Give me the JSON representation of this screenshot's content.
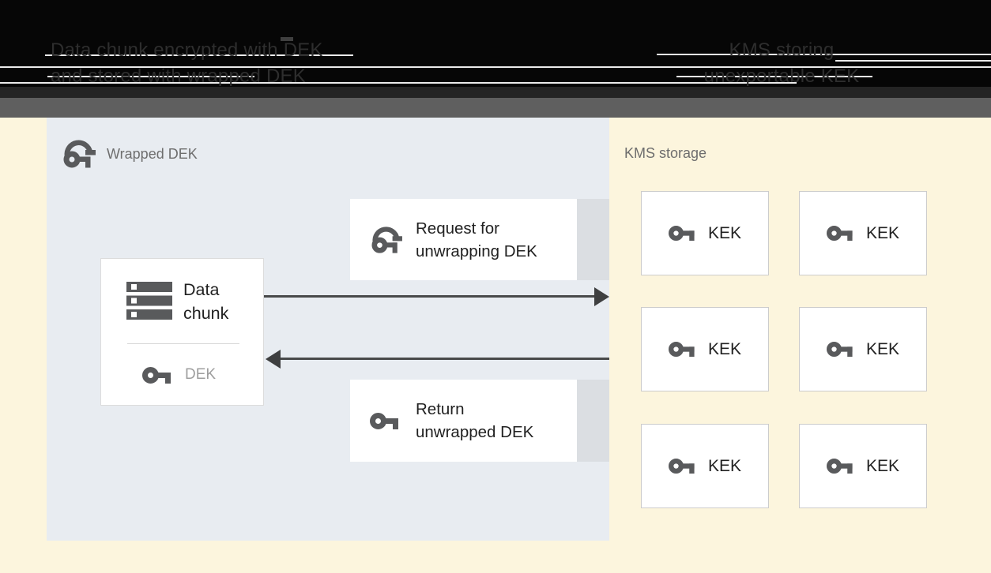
{
  "captions": {
    "left_line1": "Data chunk encrypted with DEK",
    "left_line2": "and stored with wrapped DEK",
    "right_line1": "KMS storing",
    "right_line2": "unexportable KEK"
  },
  "wrapped_panel": {
    "label": "Wrapped DEK",
    "data_chunk": {
      "title_line1": "Data",
      "title_line2": "chunk",
      "key_label": "DEK"
    },
    "request_box": {
      "line1": "Request for",
      "line2": "unwrapping DEK"
    },
    "return_box": {
      "line1": "Return",
      "line2": "unwrapped DEK"
    }
  },
  "kms": {
    "label": "KMS storage",
    "kek_boxes": [
      {
        "label": "KEK"
      },
      {
        "label": "KEK"
      },
      {
        "label": "KEK"
      },
      {
        "label": "KEK"
      },
      {
        "label": "KEK"
      },
      {
        "label": "KEK"
      }
    ]
  },
  "icons": {
    "wrapped_key": "wrapped-key-icon",
    "key": "key-icon",
    "storage": "storage-icon"
  },
  "colors": {
    "header_black": "#060606",
    "header_black_light": "#242424",
    "band_gray": "#5f5f5f",
    "background_yellow": "#fcf5dd",
    "panel_blue_gray": "#e8ecf1",
    "box_white": "#ffffff",
    "box_border": "#cccccc",
    "ext_gray": "#dbdee2",
    "icon_gray": "#595a5c",
    "text_dark": "#212121",
    "label_gray": "#6e6e6e",
    "dek_gray": "#9e9e9e",
    "arrow_gray": "#48494a",
    "caption_gray": "#2e2e2e",
    "scanline_white": "#ffffff"
  }
}
